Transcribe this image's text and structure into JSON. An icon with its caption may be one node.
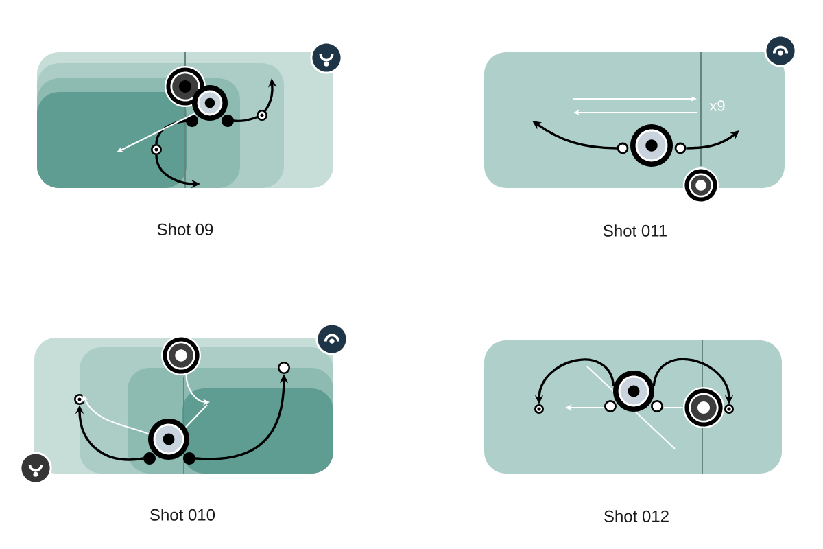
{
  "diagram": {
    "nodes": [
      {
        "text": [],
        "shape": "box",
        "beside": [
          "Shot 09"
        ]
      },
      {
        "text": [],
        "shape": "circle",
        "in": 0
      },
      {
        "text": [],
        "shape": "circle",
        "in": 0
      },
      {
        "text": [],
        "shape": "circle",
        "in": 0
      },
      {
        "text": [],
        "shape": "circle",
        "in": 0
      },
      {
        "text": [],
        "shape": "box",
        "beside": [
          "Shot 011"
        ]
      },
      {
        "text": [],
        "shape": "circle",
        "in": 5
      },
      {
        "text": [],
        "shape": "circle"
      },
      {
        "text": [],
        "shape": "box",
        "beside": [
          "Shot 010"
        ]
      },
      {
        "text": [],
        "shape": "circle",
        "in": 8
      },
      {
        "text": [],
        "shape": "circle",
        "in": 8
      },
      {
        "text": [],
        "shape": "circle",
        "in": 8
      },
      {
        "text": [],
        "shape": "circle",
        "in": 8
      },
      {
        "text": [],
        "shape": "box",
        "beside": [
          "Shot 012"
        ]
      },
      {
        "text": [],
        "shape": "circle",
        "in": 13
      },
      {
        "text": [],
        "shape": "circle",
        "in": 13
      },
      {
        "text": [],
        "shape": "circle",
        "in": 13
      },
      {
        "text": [],
        "shape": "circle",
        "in": 13
      }
    ],
    "edges": [
      {
        "from": 2,
        "to": 3,
        "arrow": "none"
      },
      {
        "from": 3,
        "to": null,
        "arrow": "to"
      },
      {
        "from": 2,
        "to": 4,
        "arrow": "none"
      },
      {
        "from": 4,
        "to": null,
        "arrow": "to"
      },
      {
        "from": 2,
        "to": null,
        "arrow": "to",
        "color": "#ffffff"
      },
      {
        "from": 6,
        "to": null,
        "arrow": "to"
      },
      {
        "from": 6,
        "to": null,
        "arrow": "to"
      },
      {
        "from": 10,
        "to": 11,
        "arrow": "to"
      },
      {
        "from": 10,
        "to": 12,
        "arrow": "to"
      },
      {
        "from": 10,
        "to": 11,
        "arrow": "to",
        "color": "#ffffff"
      },
      {
        "from": 9,
        "to": null,
        "arrow": "to",
        "color": "#ffffff"
      },
      {
        "from": 10,
        "to": null,
        "arrow": "none",
        "color": "#ffffff"
      },
      {
        "from": 15,
        "to": 14,
        "arrow": "to"
      },
      {
        "from": 15,
        "to": 17,
        "arrow": "to"
      },
      {
        "from": 16,
        "to": null,
        "arrow": "to",
        "color": "#ffffff"
      }
    ],
    "labels": [
      "x9"
    ]
  }
}
